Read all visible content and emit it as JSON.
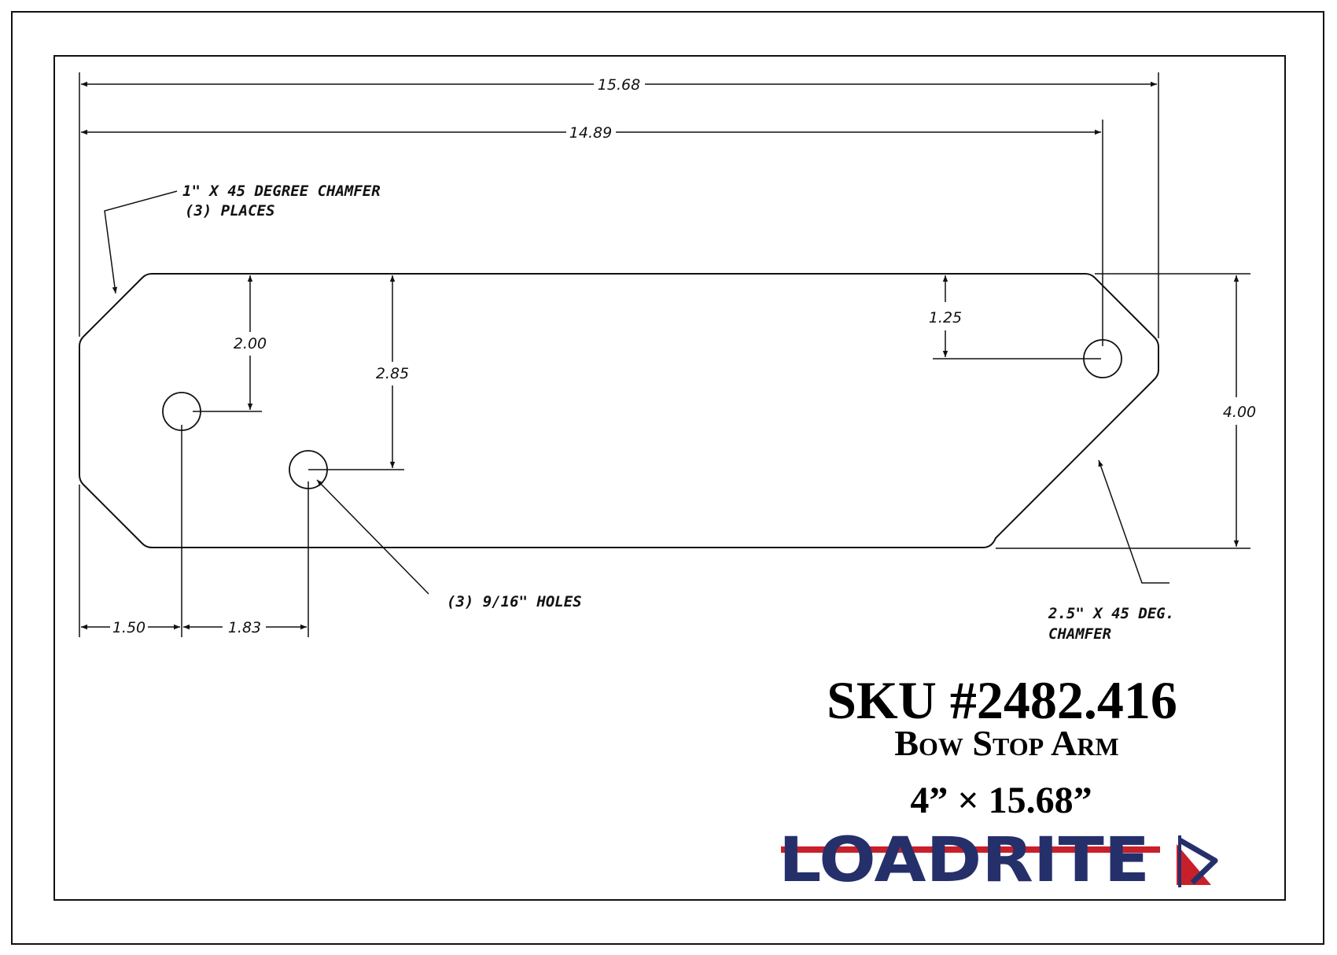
{
  "drawing": {
    "dimensions": {
      "overall_length": "15.68",
      "hole_span": "14.89",
      "hole1_from_top": "2.00",
      "hole2_from_top": "2.85",
      "hole3_from_top": "1.25",
      "overall_height": "4.00",
      "hole1_from_left": "1.50",
      "hole_spacing": "1.83"
    },
    "notes": {
      "small_chamfer_line1": "1\" X 45 DEGREE CHAMFER",
      "small_chamfer_line2": "(3) PLACES",
      "holes": "(3) 9/16\" HOLES",
      "large_chamfer_line1": "2.5\" X 45 DEG.",
      "large_chamfer_line2": "CHAMFER"
    }
  },
  "title_block": {
    "sku": "SKU #2482.416",
    "part_name": "Bow Stop Arm",
    "size": "4” × 15.68”"
  },
  "logo": {
    "text": "LOADRITE",
    "brand_color": "#25306b",
    "stripe_color": "#c8202a"
  },
  "colors": {
    "line": "#111111",
    "background": "#ffffff"
  }
}
